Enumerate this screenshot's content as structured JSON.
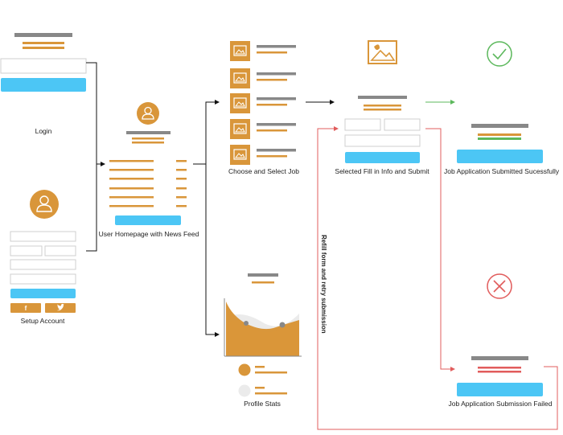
{
  "labels": {
    "login": "Login",
    "setup": "Setup Account",
    "home": "User Homepage with News Feed",
    "choose": "Choose and Select Job",
    "fill": "Selected Fill in Info and Submit",
    "success": "Job Application Submitted Sucessfully",
    "failed": "Job Application Submission Failed",
    "stats": "Profile Stats",
    "refill": "Refill form and retry submission"
  },
  "colors": {
    "accent": "#d9963a",
    "blue": "#4cc6f5",
    "gray": "#888888",
    "green": "#5cb85c",
    "red": "#e15c5c",
    "arrow": "#111111",
    "input_border": "#cfcfcf"
  },
  "icons": {
    "user": "user-icon",
    "image": "image-icon",
    "check": "check-circle-icon",
    "error": "x-circle-icon",
    "facebook": "facebook-icon",
    "twitter": "twitter-icon"
  },
  "social": {
    "facebook_glyph": "f",
    "twitter_glyph": "🐦"
  }
}
